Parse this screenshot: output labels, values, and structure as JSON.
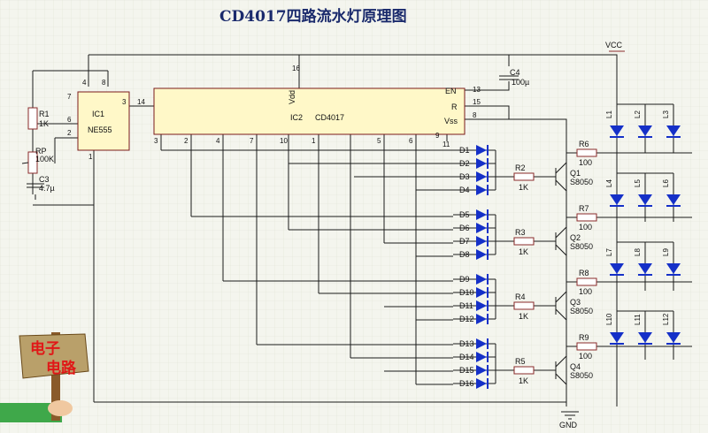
{
  "title": "CD4017四路流水灯原理图",
  "vcc": "VCC",
  "gnd": "GND",
  "ic1": {
    "ref": "IC1",
    "part": "NE555",
    "pins": [
      "8",
      "4",
      "7",
      "6",
      "2",
      "3",
      "1"
    ]
  },
  "ic2": {
    "ref": "IC2",
    "part": "CD4017",
    "vdd": "Vdd",
    "en": "EN",
    "r": "R",
    "vss": "Vss",
    "top_pin": "16",
    "right_pins": [
      "13",
      "15",
      "8"
    ],
    "left_pin": "14",
    "bottom_pins": [
      "3",
      "2",
      "4",
      "7",
      "10",
      "1",
      "5",
      "6",
      "9",
      "11"
    ]
  },
  "r1": {
    "ref": "R1",
    "value": "1K"
  },
  "rp": {
    "ref": "RP",
    "value": "100K"
  },
  "c3": {
    "ref": "C3",
    "value": "4.7µ"
  },
  "c4": {
    "ref": "C4",
    "value": "100µ"
  },
  "diodes": [
    "D1",
    "D2",
    "D3",
    "D4",
    "D5",
    "D6",
    "D7",
    "D8",
    "D9",
    "D10",
    "D11",
    "D12",
    "D13",
    "D14",
    "D15",
    "D16"
  ],
  "base_resistors": [
    {
      "ref": "R2",
      "value": "1K"
    },
    {
      "ref": "R3",
      "value": "1K"
    },
    {
      "ref": "R4",
      "value": "1K"
    },
    {
      "ref": "R5",
      "value": "1K"
    }
  ],
  "transistors": [
    {
      "ref": "Q1",
      "part": "S8050"
    },
    {
      "ref": "Q2",
      "part": "S8050"
    },
    {
      "ref": "Q3",
      "part": "S8050"
    },
    {
      "ref": "Q4",
      "part": "S8050"
    }
  ],
  "led_resistors": [
    {
      "ref": "R6",
      "value": "100"
    },
    {
      "ref": "R7",
      "value": "100"
    },
    {
      "ref": "R8",
      "value": "100"
    },
    {
      "ref": "R9",
      "value": "100"
    }
  ],
  "leds": [
    "L1",
    "L2",
    "L3",
    "L4",
    "L5",
    "L6",
    "L7",
    "L8",
    "L9",
    "L10",
    "L11",
    "L12"
  ],
  "logo": {
    "line1": "电子",
    "line2": "电路"
  }
}
